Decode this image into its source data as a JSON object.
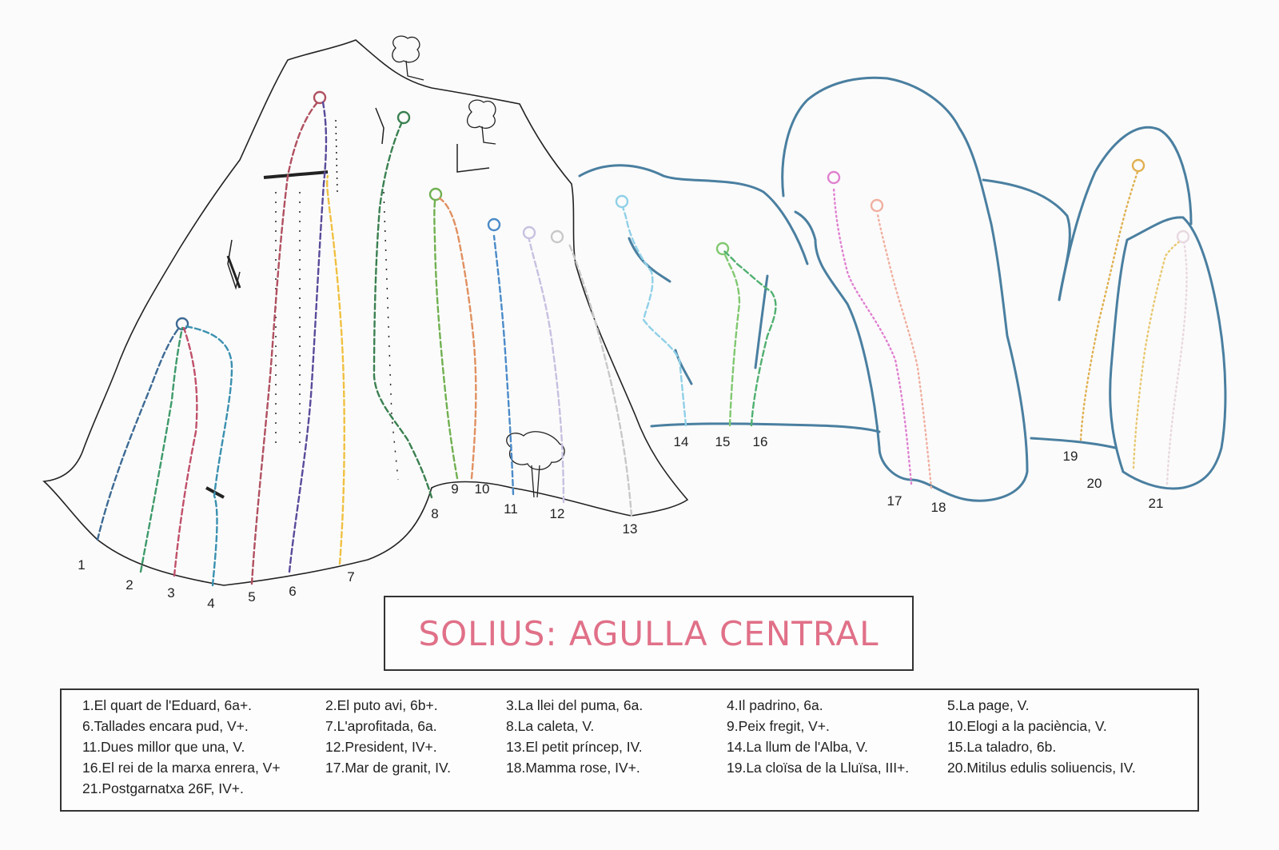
{
  "title": "SOLIUS: AGULLA CENTRAL",
  "colors": {
    "title": "#e07088",
    "rock_outline_main": "#222222",
    "rock_outline_blue": "#4a7fa0"
  },
  "route_numbers": [
    "1",
    "2",
    "3",
    "4",
    "5",
    "6",
    "7",
    "8",
    "9",
    "10",
    "11",
    "12",
    "13",
    "14",
    "15",
    "16",
    "17",
    "18",
    "19",
    "20",
    "21"
  ],
  "route_colors": {
    "1": "#3d6a94",
    "2": "#3e9a6a",
    "3": "#c0506a",
    "4": "#3a90b0",
    "5": "#b05060",
    "6": "#5a4a9a",
    "7": "#f0c040",
    "8": "#3a8050",
    "9": "#70b050",
    "10": "#e09060",
    "11": "#4a8ac8",
    "12": "#c8c0e0",
    "13": "#c8c8c8",
    "14": "#90d0e8",
    "15": "#80c870",
    "16": "#50b070",
    "17": "#e080d0",
    "18": "#f0b0a0",
    "19": "#e0b050",
    "20": "#e8c870",
    "21": "#e8d8e0"
  },
  "legend": [
    "1.El quart de l'Eduard, 6a+.",
    "2.El puto avi, 6b+.",
    "3.La llei del puma, 6a.",
    "4.Il padrino, 6a.",
    "5.La page, V.",
    "6.Tallades encara pud, V+.",
    "7.L'aprofitada, 6a.",
    "8.La caleta, V.",
    "9.Peix fregit, V+.",
    "10.Elogi a la paciència, V.",
    "11.Dues millor que una, V.",
    "12.President, IV+.",
    "13.El petit príncep, IV.",
    "14.La llum de l'Alba, V.",
    "15.La taladro, 6b.",
    "16.El rei de la marxa enrera, V+",
    "17.Mar de granit, IV.",
    "18.Mamma rose, IV+.",
    "19.La cloïsa de la Lluïsa, III+.",
    "20.Mitilus edulis soliuencis, IV.",
    "21.Postgarnatxa 26F, IV+."
  ]
}
